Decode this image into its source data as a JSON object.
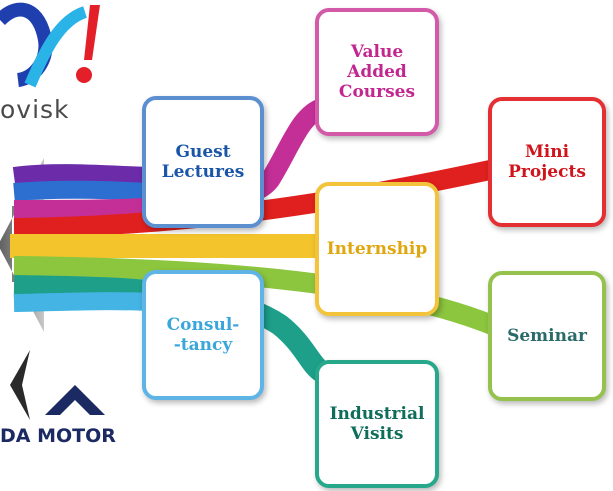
{
  "logos": {
    "top": {
      "text": "ovisk",
      "colors": [
        "#1f3fae",
        "#2ab3e6",
        "#e3202a"
      ]
    },
    "bottom": {
      "text": "DA MOTOR",
      "color": "#1c2a64"
    }
  },
  "diagram": {
    "nodes": [
      {
        "id": "guest-lectures",
        "label": "Guest\nLectures",
        "text_color": "#1a55a8",
        "border_color": "#5b8fd0"
      },
      {
        "id": "value-added-courses",
        "label": "Value\nAdded\nCourses",
        "text_color": "#c2278f",
        "border_color": "#d35aa8"
      },
      {
        "id": "mini-projects",
        "label": "Mini\nProjects",
        "text_color": "#d0141b",
        "border_color": "#e53033"
      },
      {
        "id": "internship",
        "label": "Internship",
        "text_color": "#e0a60e",
        "border_color": "#f2c33b"
      },
      {
        "id": "seminar",
        "label": "Seminar",
        "text_color": "#2b6a6a",
        "border_color": "#95c24c"
      },
      {
        "id": "consultancy",
        "label": "Consul-\n-tancy",
        "text_color": "#3aa6dc",
        "border_color": "#5fb4e6"
      },
      {
        "id": "industrial-visits",
        "label": "Industrial\nVisits",
        "text_color": "#0e6e5a",
        "border_color": "#27a88a"
      }
    ],
    "bands": [
      {
        "id": "violet",
        "color": "#6c2ba8"
      },
      {
        "id": "blue",
        "color": "#2d6fd1"
      },
      {
        "id": "magenta",
        "color": "#c42f97"
      },
      {
        "id": "red",
        "color": "#e0201f"
      },
      {
        "id": "yellow",
        "color": "#f3c42b"
      },
      {
        "id": "green",
        "color": "#8cc63f"
      },
      {
        "id": "teal",
        "color": "#1d9f8a"
      },
      {
        "id": "cyan",
        "color": "#43b4e4"
      }
    ]
  }
}
